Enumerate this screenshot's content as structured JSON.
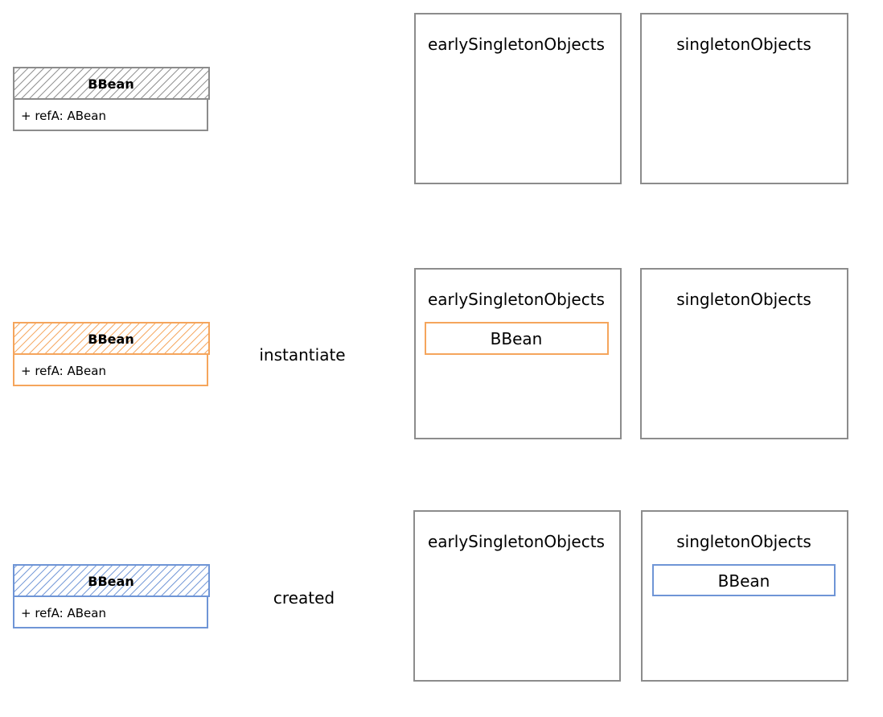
{
  "colors": {
    "neutral": "#8c8c8c",
    "orange": "#f5a55c",
    "blue": "#6f95d6"
  },
  "rows": [
    {
      "class_box": {
        "title": "BBean",
        "attribute": "+ refA: ABean",
        "color": "#8c8c8c"
      },
      "step_label": "",
      "caches": [
        {
          "title": "earlySingletonObjects",
          "items": []
        },
        {
          "title": "singletonObjects",
          "items": []
        }
      ]
    },
    {
      "class_box": {
        "title": "BBean",
        "attribute": "+ refA: ABean",
        "color": "#f5a55c"
      },
      "step_label": "instantiate",
      "caches": [
        {
          "title": "earlySingletonObjects",
          "items": [
            {
              "label": "BBean",
              "color": "#f5a55c"
            }
          ]
        },
        {
          "title": "singletonObjects",
          "items": []
        }
      ]
    },
    {
      "class_box": {
        "title": "BBean",
        "attribute": "+ refA: ABean",
        "color": "#6f95d6"
      },
      "step_label": "created",
      "caches": [
        {
          "title": "earlySingletonObjects",
          "items": []
        },
        {
          "title": "singletonObjects",
          "items": [
            {
              "label": "BBean",
              "color": "#6f95d6"
            }
          ]
        }
      ]
    }
  ]
}
